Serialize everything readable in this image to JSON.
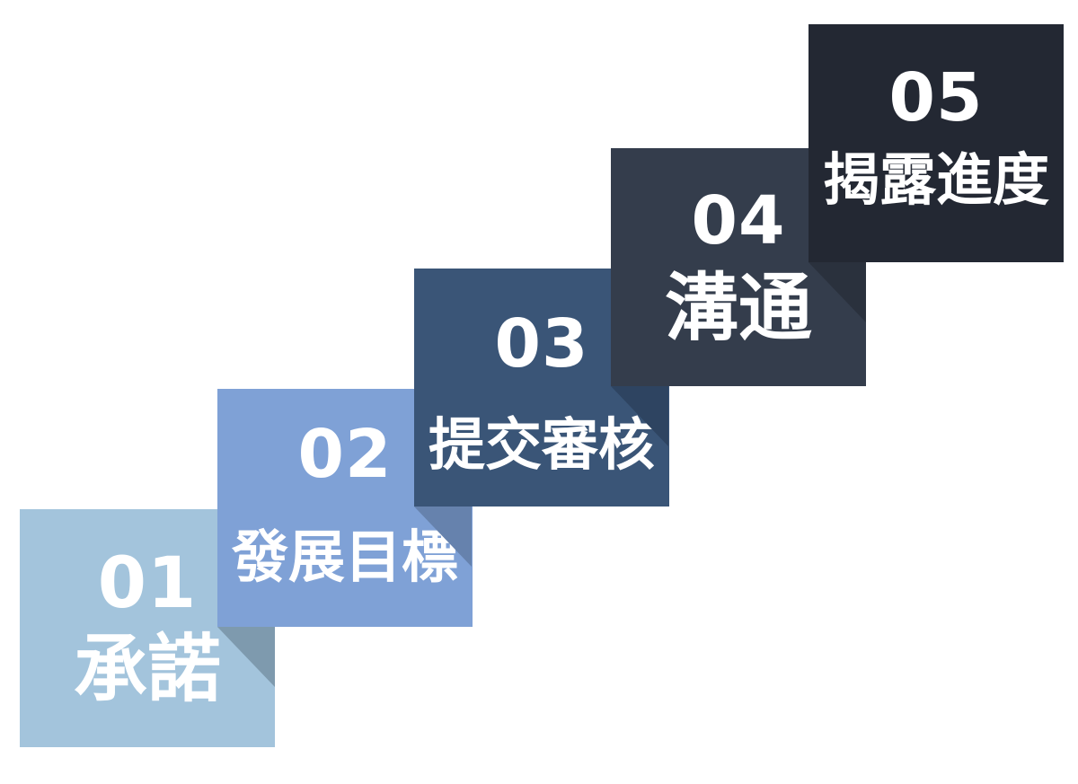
{
  "diagram": {
    "type": "staircase-steps",
    "background": "#ffffff",
    "text_color": "#ffffff",
    "steps": [
      {
        "number": "01",
        "label": "承諾",
        "color": "#A3C4DC",
        "shadow_color": "#7E9AAE"
      },
      {
        "number": "02",
        "label": "發展目標",
        "color": "#7FA1D6",
        "shadow_color": "#6682AD"
      },
      {
        "number": "03",
        "label": "提交審核",
        "color": "#3A5577",
        "shadow_color": "#2E4461"
      },
      {
        "number": "04",
        "label": "溝通",
        "color": "#343D4C",
        "shadow_color": "#2A313D"
      },
      {
        "number": "05",
        "label": "揭露進度",
        "color": "#232833",
        "shadow_color": null
      }
    ]
  }
}
